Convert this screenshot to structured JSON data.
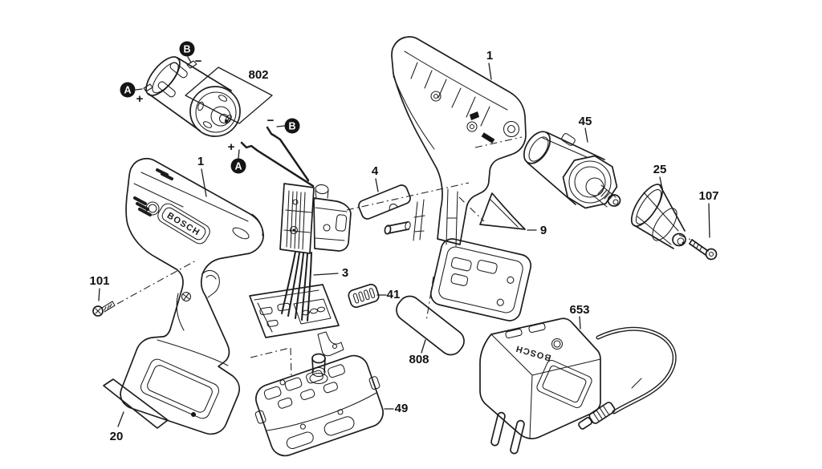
{
  "diagram": {
    "brand": "BOSCH",
    "colors": {
      "background": "#ffffff",
      "line": "#1d1d1d",
      "callout_fill": "#141414",
      "callout_text": "#ffffff"
    },
    "labels": {
      "motor_kit": "802",
      "left_housing": "1",
      "right_housing": "1",
      "support_plate": "4",
      "gearbox": "45",
      "chuck": "25",
      "chuck_screw": "107",
      "insulation_wedge": "9",
      "switch_assembly": "3",
      "push_button": "41",
      "sticker_upper": "808",
      "housing_screw": "101",
      "sticker_lower": "20",
      "battery_pack": "49",
      "charger": "653"
    },
    "callouts": {
      "motor_a": {
        "letter": "A",
        "sign": "+"
      },
      "motor_b": {
        "letter": "B",
        "sign": "−"
      },
      "wire_a": {
        "letter": "A",
        "sign": "+"
      },
      "wire_b": {
        "letter": "B",
        "sign": "−"
      }
    }
  }
}
